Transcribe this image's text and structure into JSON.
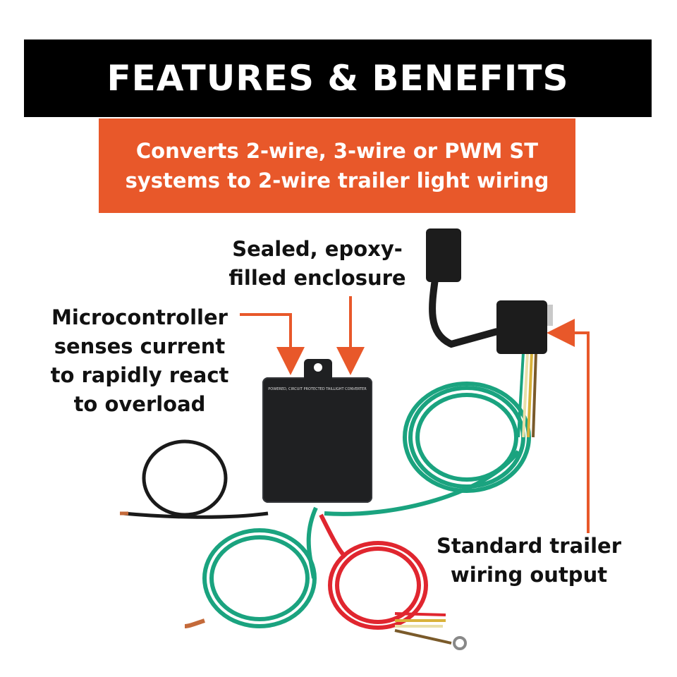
{
  "header": {
    "title": "FEATURES & BENEFITS",
    "subtitle_line1": "Converts 2-wire, 3-wire or PWM ST",
    "subtitle_line2": "systems to 2-wire trailer light wiring"
  },
  "callouts": {
    "sealed": [
      "Sealed, epoxy-",
      "filled enclosure"
    ],
    "micro": [
      "Microcontroller",
      "senses current",
      "to rapidly react",
      "to overload"
    ],
    "standard": [
      "Standard trailer",
      "wiring output"
    ]
  },
  "device": {
    "label": "POWERED, CIRCUIT PROTECTED TAILLIGHT CONVERTER"
  },
  "colors": {
    "banner": "#000000",
    "subtitle_bg": "#e8582a",
    "arrow": "#e8582a",
    "wire_green": "#1aa37f",
    "wire_red": "#e0262f",
    "wire_black": "#1a1a1a"
  }
}
